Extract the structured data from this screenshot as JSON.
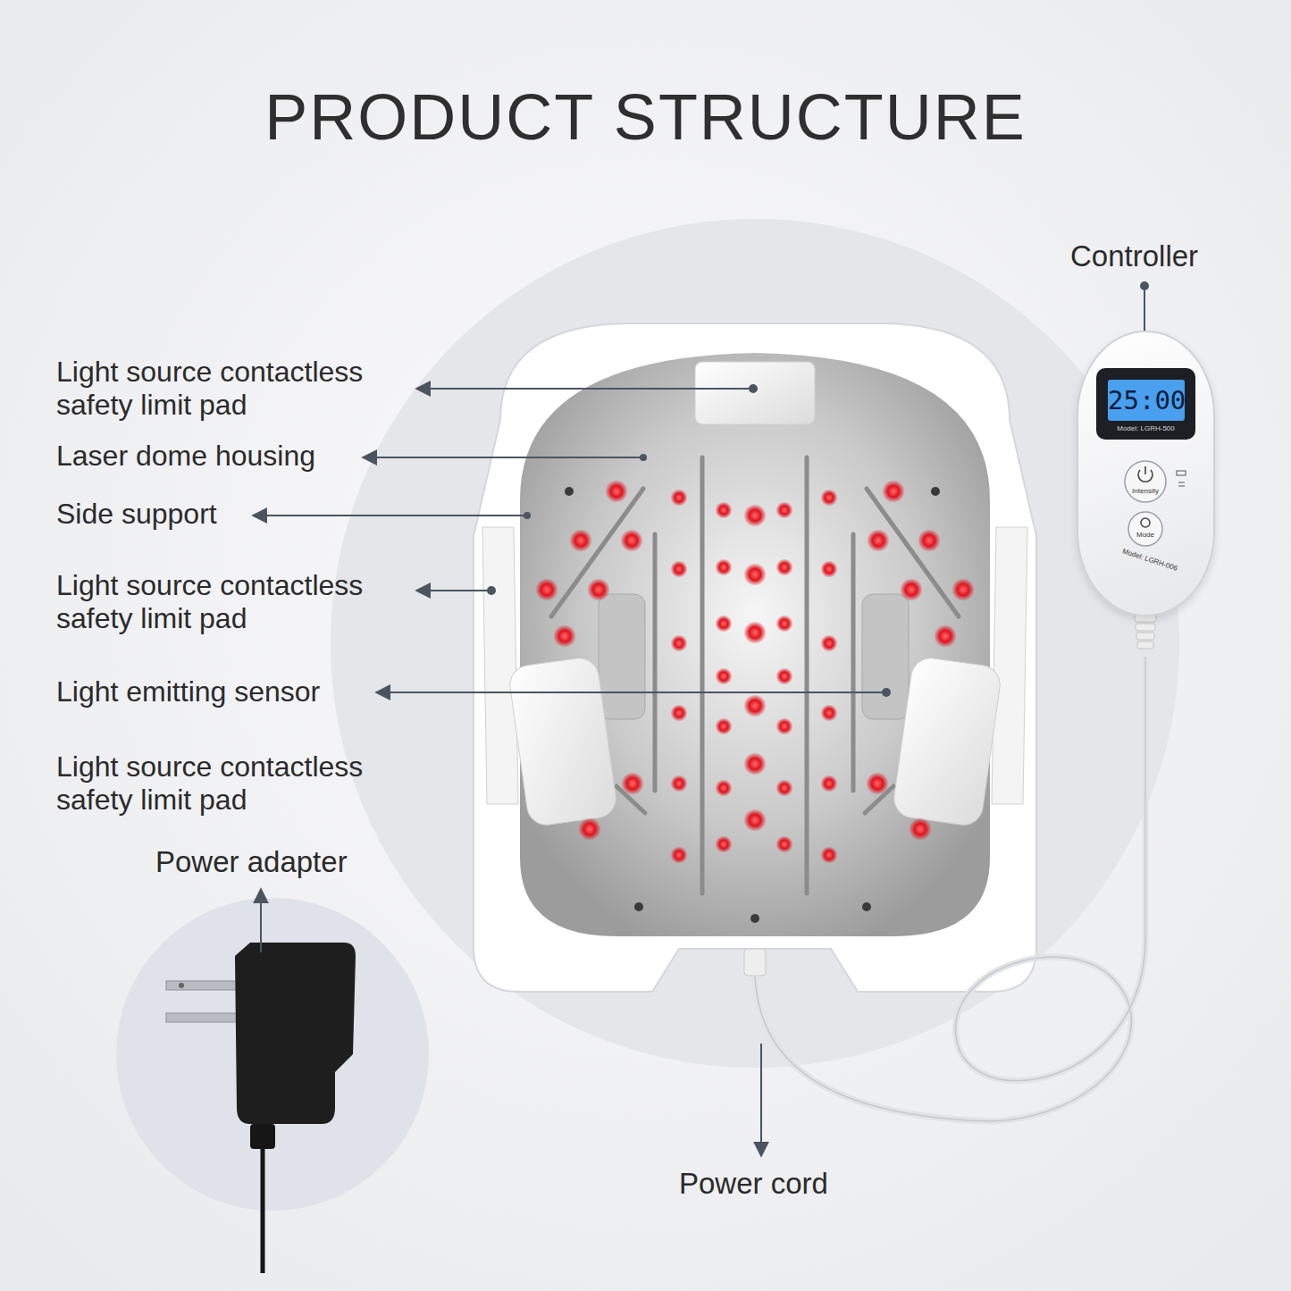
{
  "diagram": {
    "title": "PRODUCT STRUCTURE",
    "nodes": [
      {
        "text": [
          "25:00",
          "Model: LGRH-500",
          "Intensity",
          "Mode",
          "Model: LGRH-006"
        ]
      }
    ],
    "labels": [
      "Controller",
      "Light source contactless safety limit pad",
      "Laser dome housing",
      "Side support",
      "Light source contactless safety limit pad",
      "Light emitting sensor",
      "Light source contactless safety limit pad",
      "Power adapter",
      "Power cord"
    ]
  }
}
